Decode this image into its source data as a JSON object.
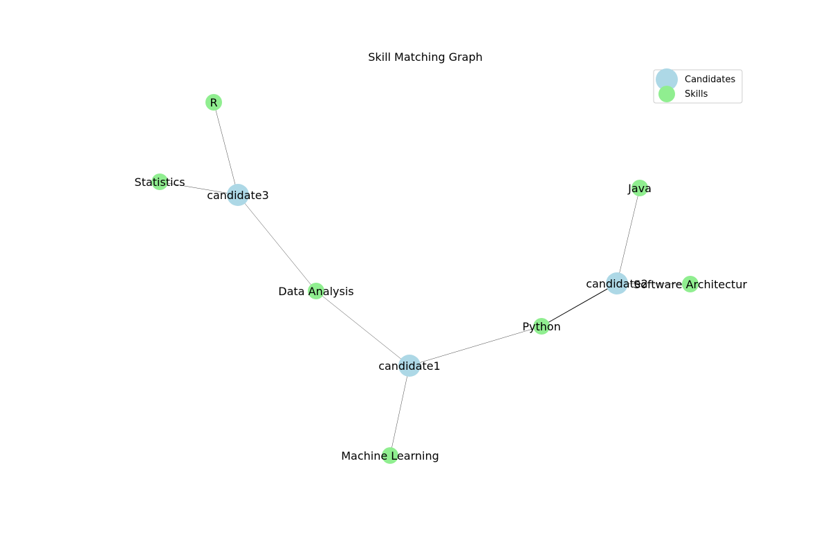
{
  "diagram": {
    "title": "Skill Matching Graph",
    "legend": {
      "placement": "top-right",
      "entries": [
        {
          "label": "Candidates",
          "color": "#add8e6"
        },
        {
          "label": "Skills",
          "color": "#90ee90"
        }
      ]
    },
    "colors": {
      "candidate": "#add8e6",
      "skill": "#90ee90",
      "edge": "#000000"
    },
    "nodes": [
      {
        "id": "candidate1",
        "label": "candidate1",
        "type": "candidate"
      },
      {
        "id": "candidate2",
        "label": "candidate2",
        "type": "candidate"
      },
      {
        "id": "candidate3",
        "label": "candidate3",
        "type": "candidate"
      },
      {
        "id": "python",
        "label": "Python",
        "type": "skill"
      },
      {
        "id": "ml",
        "label": "Machine Learning",
        "type": "skill"
      },
      {
        "id": "data-analysis",
        "label": "Data Analysis",
        "type": "skill"
      },
      {
        "id": "java",
        "label": "Java",
        "type": "skill"
      },
      {
        "id": "software-architecture",
        "label": "Software Architectur",
        "type": "skill"
      },
      {
        "id": "r",
        "label": "R",
        "type": "skill"
      },
      {
        "id": "statistics",
        "label": "Statistics",
        "type": "skill"
      }
    ],
    "edges": [
      {
        "source": "candidate1",
        "target": "python"
      },
      {
        "source": "candidate1",
        "target": "ml"
      },
      {
        "source": "candidate1",
        "target": "data-analysis"
      },
      {
        "source": "candidate2",
        "target": "python"
      },
      {
        "source": "candidate2",
        "target": "java"
      },
      {
        "source": "candidate2",
        "target": "software-architecture"
      },
      {
        "source": "candidate3",
        "target": "data-analysis"
      },
      {
        "source": "candidate3",
        "target": "r"
      },
      {
        "source": "candidate3",
        "target": "statistics"
      }
    ]
  }
}
